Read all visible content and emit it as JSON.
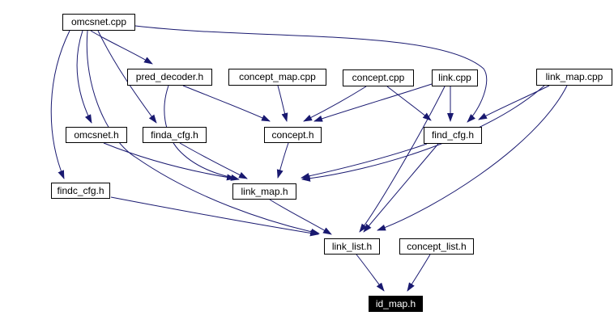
{
  "diagram": {
    "kind": "include-dependency-graph",
    "colors": {
      "background": "#ffffff",
      "edge": "#191970",
      "node_fill": "#ffffff",
      "node_border": "#000000",
      "node_text": "#000000",
      "current_node_fill": "#000000",
      "current_node_text": "#ffffff"
    },
    "nodes": [
      {
        "id": "omcsnet.cpp",
        "label": "omcsnet.cpp",
        "type": "normal"
      },
      {
        "id": "pred_decoder.h",
        "label": "pred_decoder.h",
        "type": "normal"
      },
      {
        "id": "concept_map.cpp",
        "label": "concept_map.cpp",
        "type": "normal"
      },
      {
        "id": "concept.cpp",
        "label": "concept.cpp",
        "type": "normal"
      },
      {
        "id": "link.cpp",
        "label": "link.cpp",
        "type": "normal"
      },
      {
        "id": "link_map.cpp",
        "label": "link_map.cpp",
        "type": "normal"
      },
      {
        "id": "omcsnet.h",
        "label": "omcsnet.h",
        "type": "normal"
      },
      {
        "id": "finda_cfg.h",
        "label": "finda_cfg.h",
        "type": "normal"
      },
      {
        "id": "concept.h",
        "label": "concept.h",
        "type": "normal"
      },
      {
        "id": "find_cfg.h",
        "label": "find_cfg.h",
        "type": "normal"
      },
      {
        "id": "findc_cfg.h",
        "label": "findc_cfg.h",
        "type": "normal"
      },
      {
        "id": "link_map.h",
        "label": "link_map.h",
        "type": "normal"
      },
      {
        "id": "link_list.h",
        "label": "link_list.h",
        "type": "normal"
      },
      {
        "id": "concept_list.h",
        "label": "concept_list.h",
        "type": "normal"
      },
      {
        "id": "id_map.h",
        "label": "id_map.h",
        "type": "current"
      }
    ],
    "edges": [
      {
        "from": "omcsnet.cpp",
        "to": "pred_decoder.h"
      },
      {
        "from": "omcsnet.cpp",
        "to": "omcsnet.h"
      },
      {
        "from": "omcsnet.cpp",
        "to": "finda_cfg.h"
      },
      {
        "from": "omcsnet.cpp",
        "to": "findc_cfg.h"
      },
      {
        "from": "omcsnet.cpp",
        "to": "find_cfg.h"
      },
      {
        "from": "omcsnet.cpp",
        "to": "link_list.h"
      },
      {
        "from": "pred_decoder.h",
        "to": "concept.h"
      },
      {
        "from": "pred_decoder.h",
        "to": "link_map.h"
      },
      {
        "from": "concept_map.cpp",
        "to": "concept.h"
      },
      {
        "from": "concept.cpp",
        "to": "concept.h"
      },
      {
        "from": "concept.cpp",
        "to": "find_cfg.h"
      },
      {
        "from": "link.cpp",
        "to": "concept.h"
      },
      {
        "from": "link.cpp",
        "to": "find_cfg.h"
      },
      {
        "from": "link.cpp",
        "to": "link_list.h"
      },
      {
        "from": "link_map.cpp",
        "to": "find_cfg.h"
      },
      {
        "from": "link_map.cpp",
        "to": "link_map.h"
      },
      {
        "from": "link_map.cpp",
        "to": "link_list.h"
      },
      {
        "from": "omcsnet.h",
        "to": "link_map.h"
      },
      {
        "from": "finda_cfg.h",
        "to": "link_map.h"
      },
      {
        "from": "concept.h",
        "to": "link_map.h"
      },
      {
        "from": "find_cfg.h",
        "to": "link_map.h"
      },
      {
        "from": "find_cfg.h",
        "to": "link_list.h"
      },
      {
        "from": "findc_cfg.h",
        "to": "link_list.h"
      },
      {
        "from": "link_map.h",
        "to": "link_list.h"
      },
      {
        "from": "link_list.h",
        "to": "id_map.h"
      },
      {
        "from": "concept_list.h",
        "to": "id_map.h"
      }
    ]
  }
}
